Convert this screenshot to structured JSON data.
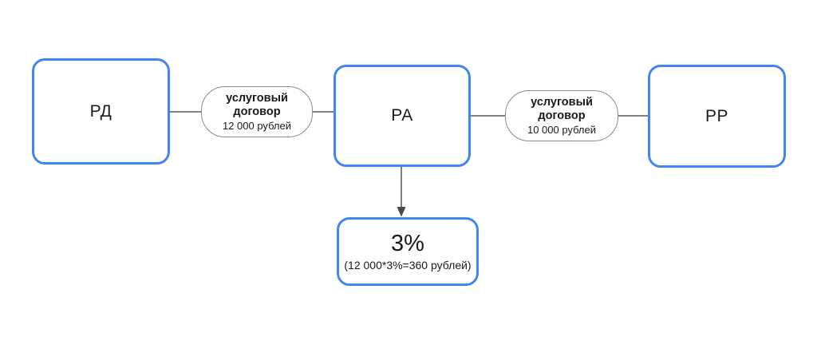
{
  "diagram": {
    "nodes": {
      "rd": {
        "label": "РД"
      },
      "ra": {
        "label": "РА"
      },
      "rr": {
        "label": "РР"
      },
      "commission": {
        "title": "3%",
        "formula": "(12 000*3%=360 рублей)"
      }
    },
    "edges": {
      "rd_to_ra": {
        "title": "услуговый договор",
        "amount": "12 000 рублей"
      },
      "ra_to_rr": {
        "title": "услуговый договор",
        "amount": "10 000 рублей"
      }
    },
    "colors": {
      "node_border": "#4285f4",
      "pill_border": "#8c8c8c",
      "connector": "#707070",
      "arrowhead": "#4a4a4a",
      "text": "#1a1a1a",
      "background": "#ffffff"
    }
  }
}
